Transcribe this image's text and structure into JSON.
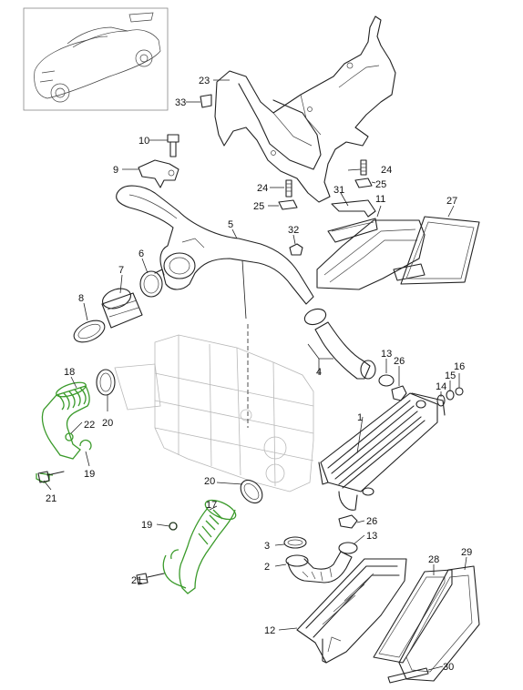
{
  "callouts": [
    {
      "id": "c1",
      "label": "1"
    },
    {
      "id": "c2a",
      "label": "2"
    },
    {
      "id": "c3",
      "label": "3"
    },
    {
      "id": "c4",
      "label": "4"
    },
    {
      "id": "c5",
      "label": "5"
    },
    {
      "id": "c6",
      "label": "6"
    },
    {
      "id": "c7",
      "label": "7"
    },
    {
      "id": "c8",
      "label": "8"
    },
    {
      "id": "c9",
      "label": "9"
    },
    {
      "id": "c10",
      "label": "10"
    },
    {
      "id": "c11",
      "label": "11"
    },
    {
      "id": "c12",
      "label": "12"
    },
    {
      "id": "c13a",
      "label": "13"
    },
    {
      "id": "c13b",
      "label": "13"
    },
    {
      "id": "c14",
      "label": "14"
    },
    {
      "id": "c15",
      "label": "15"
    },
    {
      "id": "c16",
      "label": "16"
    },
    {
      "id": "c17",
      "label": "17"
    },
    {
      "id": "c18",
      "label": "18"
    },
    {
      "id": "c19a",
      "label": "19"
    },
    {
      "id": "c19b",
      "label": "19"
    },
    {
      "id": "c20a",
      "label": "20"
    },
    {
      "id": "c20b",
      "label": "20"
    },
    {
      "id": "c21a",
      "label": "21"
    },
    {
      "id": "c21b",
      "label": "21"
    },
    {
      "id": "c22",
      "label": "22"
    },
    {
      "id": "c23",
      "label": "23"
    },
    {
      "id": "c24a",
      "label": "24"
    },
    {
      "id": "c24b",
      "label": "24"
    },
    {
      "id": "c25a",
      "label": "25"
    },
    {
      "id": "c25b",
      "label": "25"
    },
    {
      "id": "c26a",
      "label": "26"
    },
    {
      "id": "c26b",
      "label": "26"
    },
    {
      "id": "c27",
      "label": "27"
    },
    {
      "id": "c28",
      "label": "28"
    },
    {
      "id": "c29",
      "label": "29"
    },
    {
      "id": "c30",
      "label": "30"
    },
    {
      "id": "c31",
      "label": "31"
    },
    {
      "id": "c32",
      "label": "32"
    },
    {
      "id": "c33",
      "label": "33"
    }
  ],
  "colors": {
    "line": "#222222",
    "highlight": "#3a9a2a",
    "ghost": "#b8b8b8",
    "background": "#ffffff"
  }
}
